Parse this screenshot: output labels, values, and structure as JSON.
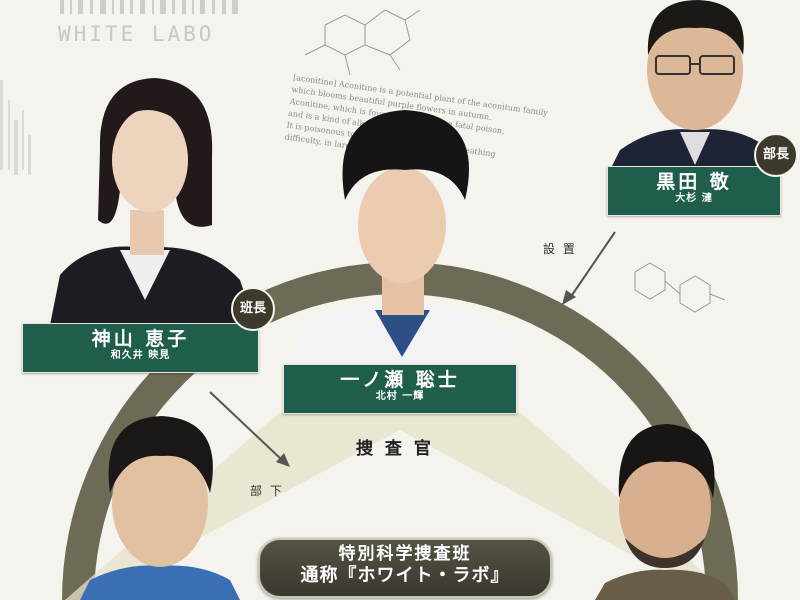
{
  "logo": {
    "text": "WHITE LABO"
  },
  "document_text": [
    "[aconitine] Aconitine is a potential plant of the aconitum family",
    "which blooms beautiful purple flowers in autumn.",
    "Aconitine, which is found in the root is a fatal poison,",
    "and is a kind of alkaloid.",
    "It is poisonous to the human body, causes breathing",
    "difficulty, in large doses"
  ],
  "characters": [
    {
      "id": "kamiyama",
      "name": "神山 恵子",
      "actor": "和久井 映見",
      "badge": "班長"
    },
    {
      "id": "ichinose",
      "name": "一ノ瀬 聡士",
      "actor": "北村 一輝",
      "badge": ""
    },
    {
      "id": "kuroda",
      "name": "黒田 敬",
      "actor": "大杉 漣",
      "badge": "部長"
    }
  ],
  "relations": {
    "setup": "設 置",
    "subordinate": "部 下"
  },
  "role": "捜 査 官",
  "team": {
    "line1": "特別科学捜査班",
    "line2": "通称『ホワイト・ラボ』"
  },
  "colors": {
    "plate": "#1f5e4c",
    "badge": "#3d3a2c",
    "ring": "#6d6a55",
    "background": "#f4f3ee"
  }
}
